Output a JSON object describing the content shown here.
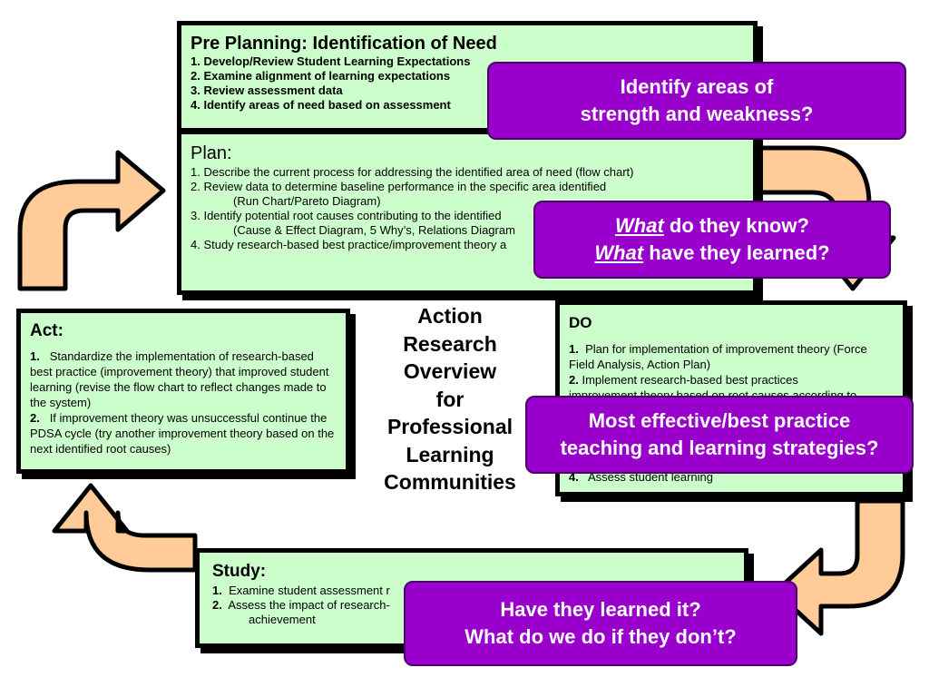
{
  "preplanning": {
    "title": "Pre Planning: Identification of Need",
    "items": [
      "1.  Develop/Review Student Learning Expectations",
      "2.  Examine alignment of learning expectations",
      "3.  Review assessment data",
      "4.  Identify areas of need based on assessment"
    ]
  },
  "plan": {
    "title": "Plan:",
    "item1": "1.  Describe the current process for addressing the identified area of need (flow chart)",
    "item2": "2.  Review data to determine baseline performance in the specific area identified",
    "item2_sub": "(Run Chart/Pareto Diagram)",
    "item3": "3.  Identify potential root causes contributing to the identified",
    "item3_sub": "(Cause & Effect Diagram, 5 Why’s, Relations Diagram",
    "item4": "4.  Study research-based best practice/improvement theory a"
  },
  "act": {
    "title": "Act:",
    "item1_num": "1.",
    "item1_text": "Standardize the implementation of research-based best practice (improvement theory) that improved student learning (revise the flow chart to reflect changes made to the system)",
    "item2_num": "2.",
    "item2_text": "If improvement theory was unsuccessful continue the PDSA cycle (try another improvement theory based on the next identified root causes)"
  },
  "do": {
    "title": "DO",
    "item1_num": "1.",
    "item1_text": "Plan for implementation of improvement theory (Force Field Analysis, Action Plan)",
    "item2_num": "2.",
    "item2_text": "Implement research-based best practices",
    "item2_cont": "improvement theory  based on root causes according to",
    "item4_num": "4.",
    "item4_text": "Assess student learning"
  },
  "study": {
    "title": "Study:",
    "item1_num": "1.",
    "item1_text": "Examine student assessment r",
    "item2_num": "2.",
    "item2_text": "Assess the impact of research-",
    "item2_sub": "achievement"
  },
  "center": {
    "line1": "Action",
    "line2": "Research",
    "line3": "Overview",
    "line4": "for",
    "line5": "Professional",
    "line6": "Learning",
    "line7": "Communities"
  },
  "callouts": {
    "identify_line1": "Identify areas of",
    "identify_line2": "strength and weakness?",
    "know_what1": "What",
    "know_rest1": " do they know?",
    "know_what2": "What",
    "know_rest2": " have they learned?",
    "effective_line1": "Most effective/best practice",
    "effective_line2": "teaching and learning strategies?",
    "learned_line1": "Have they learned it?",
    "learned_line2": "What do we do if they don’t?"
  },
  "colors": {
    "box_fill": "#ccffcc",
    "callout_fill": "#9900cc",
    "arrow_fill": "#ffcc99"
  }
}
